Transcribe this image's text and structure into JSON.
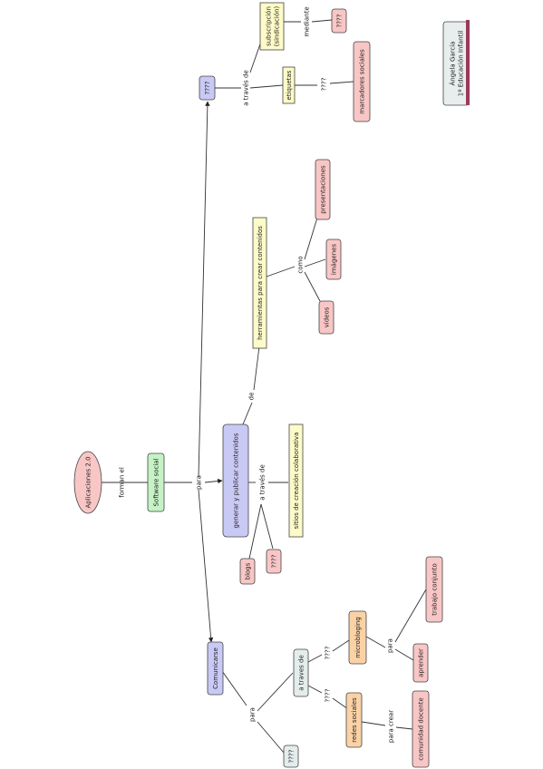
{
  "colors": {
    "pink": "#f9c6c6",
    "green": "#c6f2c6",
    "blue": "#c9c9f5",
    "yellow": "#fdfbc8",
    "orange": "#fad2a6",
    "gray": "#e4ecec",
    "line": "#333333"
  },
  "nodes": {
    "aplicaciones": "Aplicaciones 2.0",
    "software_social": "Software social",
    "generar": "generar y publicar contenidos",
    "comunicarse": "Comunicarse",
    "q_top": "????",
    "herramientas": "herramientas para crear contenidos",
    "sitios": "sitios de creación colaborativa",
    "blogs": "blogs",
    "q_generar": "????",
    "presentaciones": "presentaciones",
    "imagenes": "imágenes",
    "videos": "vídeos",
    "subscripcion_1": "subscripción",
    "subscripcion_2": "(sindicación)",
    "etiquetas": "etiquetas",
    "q_mediante": "????",
    "marcadores": "marcadores sociales",
    "author_1": "Ángela García",
    "author_2": "1º Educación Infantil",
    "a_traves_node": "a traves de",
    "q_comunicar": "????",
    "microbloging": "microbloging",
    "redes": "redes sociales",
    "aprender": "aprender",
    "trabajo": "trabajo conjunto",
    "comunidad": "comunidad docente"
  },
  "links": {
    "forman_el": "forman el",
    "para_main": "para",
    "de": "de",
    "a_traves_de_generar": "a través de",
    "como": "como",
    "a_traves_de_top": "a través de",
    "mediante": "mediante",
    "q_etiquetas": "????",
    "para_comunicar": "para",
    "q_micro": "????",
    "q_redes": "????",
    "para_micro": "para",
    "para_crear": "para crear"
  }
}
